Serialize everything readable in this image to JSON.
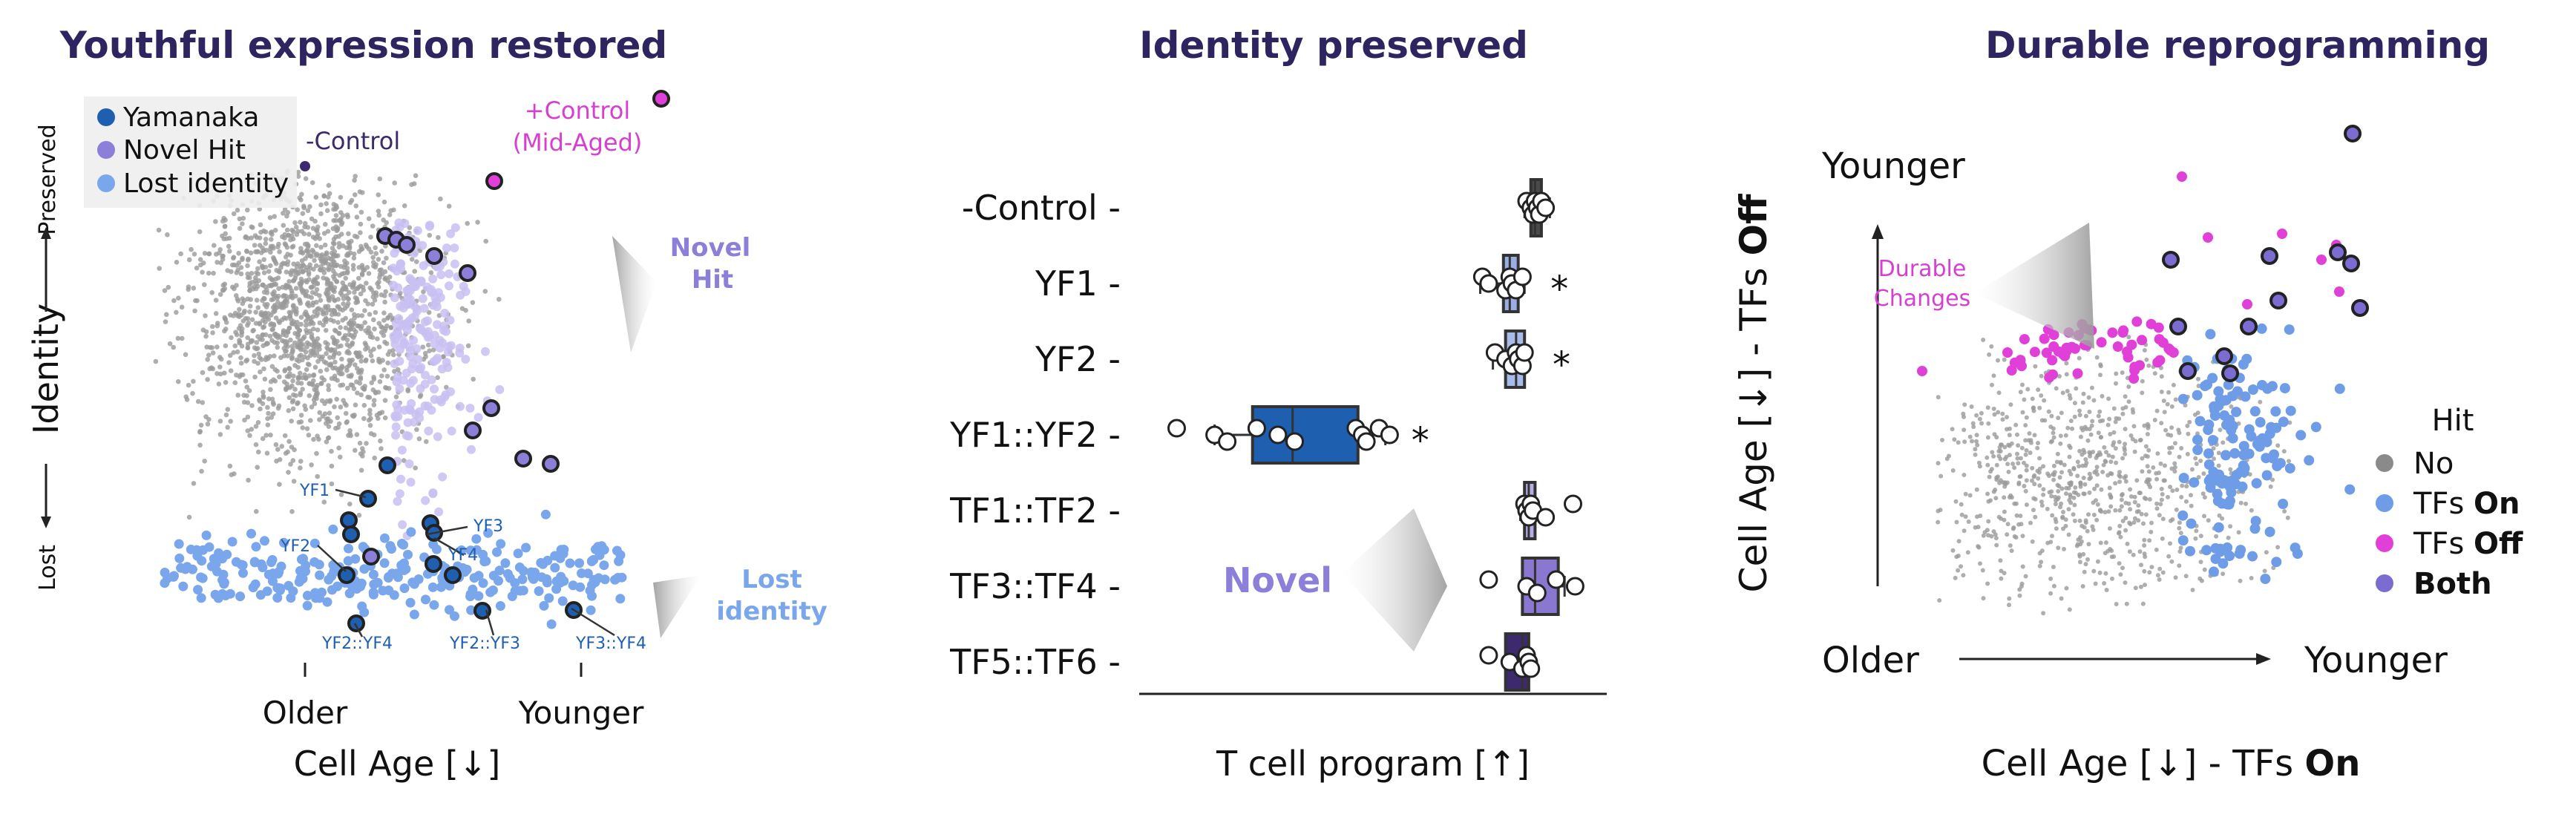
{
  "chart_data": [
    {
      "type": "scatter",
      "title": "Youthful expression restored",
      "xlabel": "Cell Age [↓]",
      "ylabel": "Identity",
      "y_low_label": "Lost",
      "y_high_label": "Preserved",
      "x_tick_labels": [
        "Older",
        "Younger"
      ],
      "legend": {
        "placement": "top-left",
        "items": [
          {
            "label": "Yamanaka",
            "color": "#1f5fb0"
          },
          {
            "label": "Novel Hit",
            "color": "#8b7fd9"
          },
          {
            "label": "Lost identity",
            "color": "#7aa6ec"
          }
        ]
      },
      "annotations": {
        "neg_control": "-Control",
        "pos_control_line1": "+Control",
        "pos_control_line2": "(Mid-Aged)",
        "novel_hit_line1": "Novel",
        "novel_hit_line2": "Hit",
        "lost_identity_line1": "Lost",
        "lost_identity_line2": "identity"
      },
      "point_labels": [
        "YF1",
        "YF2",
        "YF3",
        "YF4",
        "YF2::YF4",
        "YF2::YF3",
        "YF3::YF4"
      ],
      "colors": {
        "background_cells": "#9a9a9a",
        "novel_light": "#c9bff2",
        "pos_control": "#e040d8",
        "neg_control": "#3d2a6e"
      }
    },
    {
      "type": "box",
      "title": "Identity preserved",
      "xlabel": "T cell program [↑]",
      "categories": [
        "-Control",
        "YF1",
        "YF2",
        "YF1::YF2",
        "TF1::TF2",
        "TF3::TF4",
        "TF5::TF6"
      ],
      "significance": [
        "",
        "*",
        "*",
        "*",
        "",
        "",
        ""
      ],
      "annotation": "Novel",
      "series": [
        {
          "category": "-Control",
          "min": 0.905,
          "q1": 0.92,
          "median": 0.93,
          "q3": 0.945,
          "max": 0.965,
          "points": [
            0.91,
            0.92,
            0.925,
            0.93,
            0.935,
            0.94,
            0.945,
            0.955
          ],
          "color": "#4a4a4a"
        },
        {
          "category": "YF1",
          "min": 0.8,
          "q1": 0.855,
          "median": 0.87,
          "q3": 0.89,
          "max": 0.905,
          "points": [
            0.805,
            0.82,
            0.86,
            0.87,
            0.875,
            0.885,
            0.9
          ],
          "color": "#9aaee3"
        },
        {
          "category": "YF2",
          "min": 0.83,
          "q1": 0.86,
          "median": 0.885,
          "q3": 0.905,
          "max": 0.91,
          "points": [
            0.835,
            0.86,
            0.875,
            0.885,
            0.89,
            0.9,
            0.905
          ],
          "color": "#a9bbe8"
        },
        {
          "category": "YF1::YF2",
          "min": 0.17,
          "q1": 0.26,
          "median": 0.355,
          "q3": 0.51,
          "max": 0.575,
          "points": [
            0.08,
            0.17,
            0.2,
            0.27,
            0.32,
            0.36,
            0.505,
            0.52,
            0.53,
            0.56,
            0.585
          ],
          "color": "#1f5fb0"
        },
        {
          "category": "TF1::TF2",
          "min": 0.895,
          "q1": 0.905,
          "median": 0.915,
          "q3": 0.93,
          "max": 0.935,
          "points": [
            0.905,
            0.91,
            0.915,
            0.92,
            0.925,
            0.955,
            1.02
          ],
          "color": "#b5aee3"
        },
        {
          "category": "TF3::TF4",
          "min": 0.905,
          "q1": 0.9,
          "median": 0.93,
          "q3": 0.985,
          "max": 1.0,
          "points": [
            0.82,
            0.91,
            0.935,
            0.98,
            1.025
          ],
          "color": "#8a78d0"
        },
        {
          "category": "TF5::TF6",
          "min": 0.86,
          "q1": 0.86,
          "median": 0.9,
          "q3": 0.915,
          "max": 0.92,
          "points": [
            0.82,
            0.87,
            0.9,
            0.91,
            0.915,
            0.92
          ],
          "color": "#3d2a6e"
        }
      ]
    },
    {
      "type": "scatter",
      "title": "Durable reprogramming",
      "xlabel_parts": [
        "Cell Age  [↓] - TFs ",
        "On"
      ],
      "ylabel_parts": [
        "Cell Age [↓] - TFs ",
        "Off"
      ],
      "corner_labels": {
        "top_left": "Younger",
        "bottom_left": "Older",
        "bottom_right": "Younger"
      },
      "annotation_line1": "Durable",
      "annotation_line2": "Changes",
      "legend": {
        "placement": "right",
        "title": "Hit",
        "items": [
          {
            "label": "No",
            "bold": "",
            "color": "#8a8a8a"
          },
          {
            "label": "TFs ",
            "bold": "On",
            "color": "#6f9ce6"
          },
          {
            "label": "TFs ",
            "bold": "Off",
            "color": "#e040d8"
          },
          {
            "label": "",
            "bold": "Both",
            "color": "#7a6cd0"
          }
        ]
      }
    }
  ]
}
